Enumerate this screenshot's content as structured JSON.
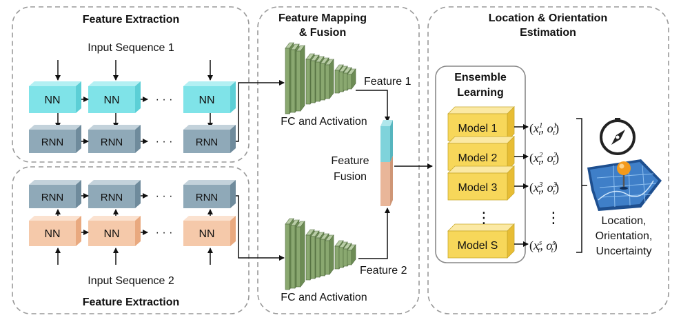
{
  "panels": {
    "extraction_top": {
      "title": "Feature Extraction",
      "input_label": "Input Sequence 1"
    },
    "extraction_bottom": {
      "title": "Feature Extraction",
      "input_label": "Input Sequence 2"
    },
    "mapping": {
      "title_line1": "Feature Mapping",
      "title_line2": "& Fusion"
    },
    "estimation": {
      "title_line1": "Location & Orientation",
      "title_line2": "Estimation"
    }
  },
  "blocks": {
    "nn": "NN",
    "rnn": "RNN",
    "ellipsis": "· · ·"
  },
  "mapping": {
    "fc_top": "FC and Activation",
    "fc_bottom": "FC and Activation",
    "feature1": "Feature 1",
    "feature2": "Feature 2",
    "fusion_line1": "Feature",
    "fusion_line2": "Fusion"
  },
  "ensemble": {
    "title_line1": "Ensemble",
    "title_line2": "Learning",
    "models": [
      "Model 1",
      "Model 2",
      "Model 3",
      "Model S"
    ],
    "outputs": [
      {
        "x": "x",
        "o": "o",
        "sub": "t",
        "sup": "1"
      },
      {
        "x": "x",
        "o": "o",
        "sub": "t",
        "sup": "2"
      },
      {
        "x": "x",
        "o": "o",
        "sub": "t",
        "sup": "3"
      },
      {
        "x": "x",
        "o": "o",
        "sub": "t",
        "sup": "s"
      }
    ],
    "vdots": "⋮"
  },
  "result": {
    "line1": "Location,",
    "line2": "Orientation,",
    "line3": "Uncertainty"
  },
  "icons": {
    "compass": "compass-icon",
    "map": "map-pin-icon"
  },
  "colors": {
    "nn": "#7fe3e8",
    "rnn": "#8fa9b8",
    "nn_orange": "#f5c9aa",
    "fc_green": "#8aa870",
    "model_yellow": "#f7d75a",
    "fusion_top": "#7fd3db",
    "fusion_bottom": "#e9b699"
  }
}
